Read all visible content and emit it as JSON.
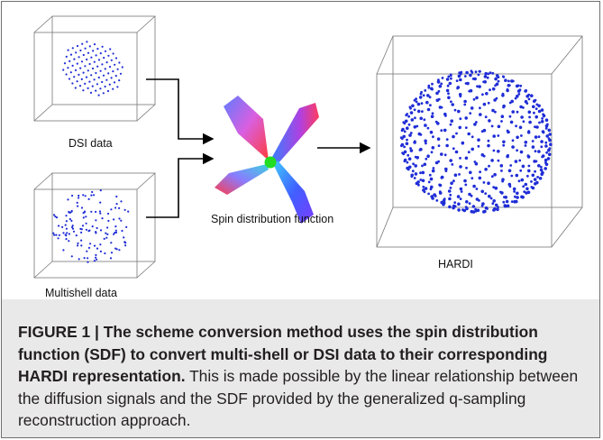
{
  "figure": {
    "labels": {
      "dsi": "DSI data",
      "multishell": "Multishell data",
      "sdf": "Spin distribution function",
      "hardi": "HARDI"
    },
    "colors": {
      "point_blue": "#1f2dd6",
      "frame_gray": "#6f6f6f",
      "caption_bg": "#e9e9ea",
      "arrow": "#000000",
      "center_green": "#22dd22"
    }
  },
  "caption": {
    "bold": "FIGURE 1 | The scheme conversion method uses the spin distribution function (SDF) to convert multi-shell or DSI data to their corresponding HARDI representation.",
    "normal": " This is made possible by the linear relationship between the diffusion signals and the SDF provided by the generalized q-sampling reconstruction approach."
  }
}
